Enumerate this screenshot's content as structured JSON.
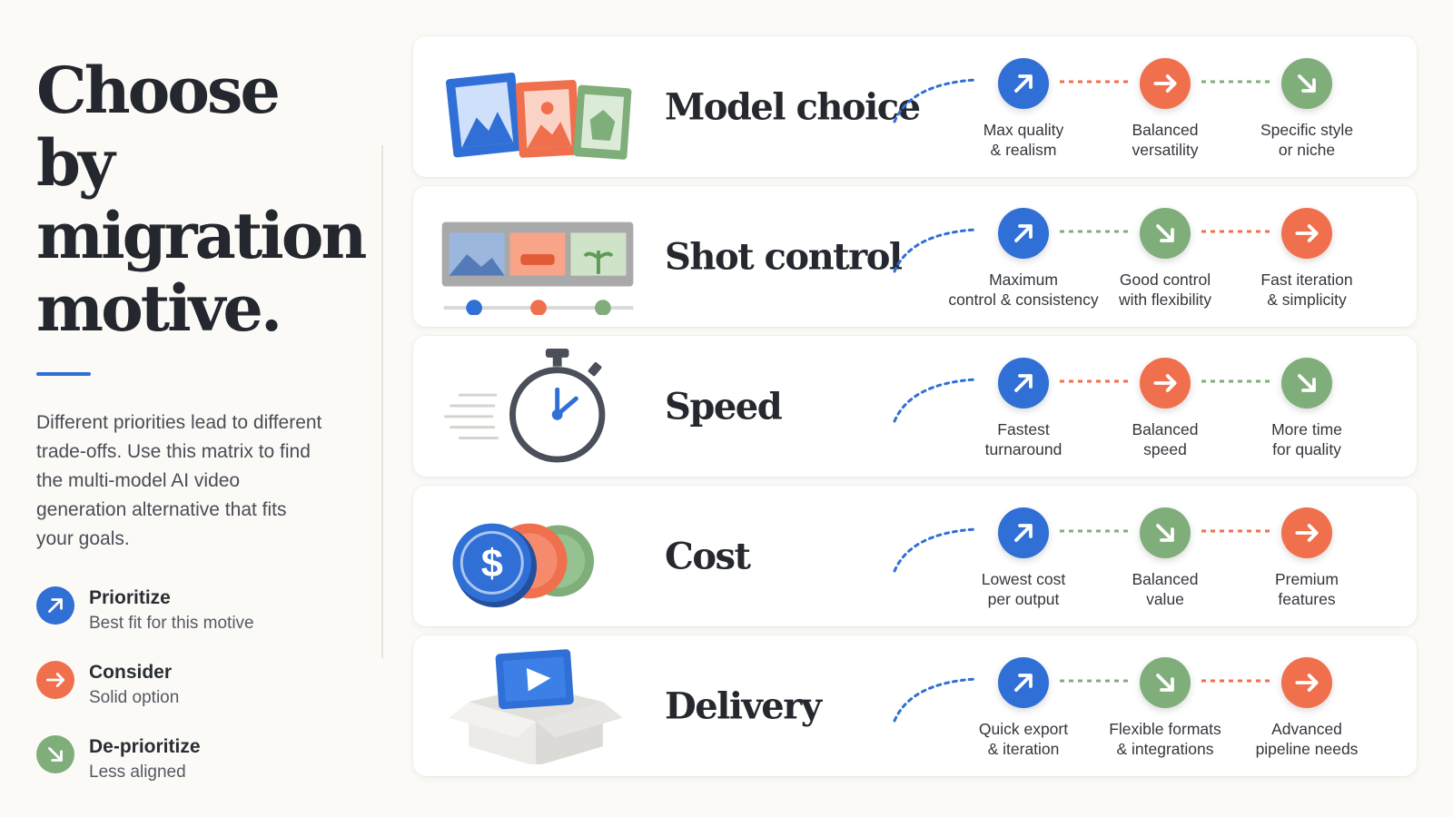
{
  "headline": "Choose by\nmigration\nmotive.",
  "description": "Different priorities lead to different trade-offs. Use this matrix to find the multi-model AI video generation alternative that fits your goals.",
  "colors": {
    "prioritize": "#2f6fd6",
    "consider": "#f06f4d",
    "deprioritize": "#7fae7a",
    "accent": "#2f6fd6"
  },
  "legend": [
    {
      "key": "prioritize",
      "title": "Prioritize",
      "subtitle": "Best fit for this motive",
      "icon": "arrow-up-right-icon"
    },
    {
      "key": "consider",
      "title": "Consider",
      "subtitle": "Solid option",
      "icon": "arrow-right-icon"
    },
    {
      "key": "deprioritize",
      "title": "De-prioritize",
      "subtitle": "Less aligned",
      "icon": "arrow-down-right-icon"
    }
  ],
  "rows": [
    {
      "title": "Model choice",
      "illustration": "image-frames-icon",
      "options": [
        {
          "key": "prioritize",
          "label": "Max quality\n& realism"
        },
        {
          "key": "consider",
          "label": "Balanced\nversatility"
        },
        {
          "key": "deprioritize",
          "label": "Specific style\nor niche"
        }
      ]
    },
    {
      "title": "Shot control",
      "illustration": "film-strip-timeline-icon",
      "options": [
        {
          "key": "prioritize",
          "label": "Maximum\ncontrol & consistency"
        },
        {
          "key": "deprioritize",
          "label": "Good control\nwith flexibility"
        },
        {
          "key": "consider",
          "label": "Fast iteration\n& simplicity"
        }
      ]
    },
    {
      "title": "Speed",
      "illustration": "stopwatch-icon",
      "options": [
        {
          "key": "prioritize",
          "label": "Fastest\nturnaround"
        },
        {
          "key": "consider",
          "label": "Balanced\nspeed"
        },
        {
          "key": "deprioritize",
          "label": "More time\nfor quality"
        }
      ]
    },
    {
      "title": "Cost",
      "illustration": "coins-icon",
      "options": [
        {
          "key": "prioritize",
          "label": "Lowest cost\nper output"
        },
        {
          "key": "deprioritize",
          "label": "Balanced\nvalue"
        },
        {
          "key": "consider",
          "label": "Premium\nfeatures"
        }
      ]
    },
    {
      "title": "Delivery",
      "illustration": "video-box-icon",
      "options": [
        {
          "key": "prioritize",
          "label": "Quick export\n& iteration"
        },
        {
          "key": "deprioritize",
          "label": "Flexible formats\n& integrations"
        },
        {
          "key": "consider",
          "label": "Advanced\npipeline needs"
        }
      ]
    }
  ]
}
